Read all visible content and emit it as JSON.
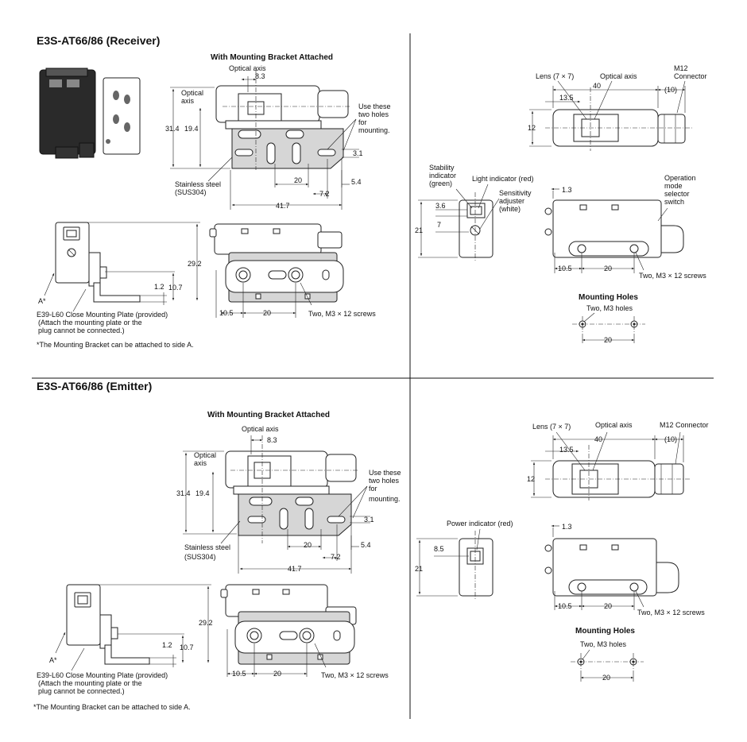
{
  "receiver": {
    "title": "E3S-AT66/86 (Receiver)",
    "bracket_heading": "With Mounting Bracket Attached",
    "optical_axis": "Optical axis",
    "optical_axis_side_1": "Optical",
    "optical_axis_side_2": "axis",
    "dim_8_3": "8.3",
    "dim_31_4": "31.4",
    "dim_19_4": "19.4",
    "dim_3_1": "3.1",
    "dim_20": "20",
    "dim_5_4": "5.4",
    "dim_7_2": "7.2",
    "dim_41_7": "41.7",
    "use_holes_1": "Use these",
    "use_holes_2": "two holes",
    "use_holes_3": "for",
    "use_holes_4": "mounting.",
    "stainless_1": "Stainless steel",
    "stainless_2": "(SUS304)",
    "dim_29_2": "29.2",
    "dim_1_2": "1.2",
    "dim_10_7": "10.7",
    "side_a": "A*",
    "plate_1": "E39-L60 Close Mounting Plate (provided)",
    "plate_2": "(Attach the mounting plate or the",
    "plate_3": "plug cannot be connected.)",
    "dim_10_5": "10.5",
    "dim_20b": "20",
    "screws": "Two, M3 × 12 screws",
    "footnote": "*The Mounting Bracket can be attached to side A."
  },
  "receiver_right": {
    "lens": "Lens (7 × 7)",
    "optical_axis": "Optical axis",
    "m12_1": "M12",
    "m12_2": "Connector",
    "dim_40": "40",
    "dim_10": "(10)",
    "dim_13_5": "13.5",
    "dim_12": "12",
    "stability_1": "Stability",
    "stability_2": "indicator",
    "stability_3": "(green)",
    "light_indicator": "Light indicator (red)",
    "sensitivity_1": "Sensitivity",
    "sensitivity_2": "adjuster",
    "sensitivity_3": "(white)",
    "dim_1_3": "1.3",
    "operation_1": "Operation",
    "operation_2": "mode",
    "operation_3": "selector",
    "operation_4": "switch",
    "dim_3_6": "3.6",
    "dim_7": "7",
    "dim_21": "21",
    "dim_10_5": "10.5",
    "dim_20": "20",
    "screws": "Two, M3 × 12 screws",
    "mounting_holes": "Mounting Holes",
    "two_m3_holes": "Two, M3 holes",
    "dim_20_holes": "20"
  },
  "emitter": {
    "title": "E3S-AT66/86 (Emitter)",
    "bracket_heading": "With Mounting Bracket Attached",
    "optical_axis": "Optical axis",
    "optical_axis_side_1": "Optical",
    "optical_axis_side_2": "axis",
    "dim_8_3": "8.3",
    "dim_31_4": "31.4",
    "dim_19_4": "19.4",
    "dim_3_1": "3.1",
    "dim_20": "20",
    "dim_5_4": "5.4",
    "dim_7_2": "7.2",
    "dim_41_7": "41.7",
    "use_holes_1": "Use these",
    "use_holes_2": "two holes",
    "use_holes_3": "for",
    "use_holes_4": "mounting.",
    "stainless_1": "Stainless steel",
    "stainless_2": "(SUS304)",
    "dim_29_2": "29.2",
    "dim_1_2": "1.2",
    "dim_10_7": "10.7",
    "side_a": "A*",
    "plate_1": "E39-L60 Close Mounting Plate (provided)",
    "plate_2": "(Attach the mounting plate or the",
    "plate_3": "plug cannot be connected.)",
    "dim_10_5": "10.5",
    "dim_20b": "20",
    "screws": "Two, M3 × 12 screws",
    "footnote": "*The Mounting Bracket can be attached to side A."
  },
  "emitter_right": {
    "lens": "Lens (7 × 7)",
    "optical_axis": "Optical axis",
    "m12": "M12 Connector",
    "dim_40": "40",
    "dim_10": "(10)",
    "dim_13_5": "13.5",
    "dim_12": "12",
    "power_indicator": "Power indicator (red)",
    "dim_1_3": "1.3",
    "dim_8_5": "8.5",
    "dim_21": "21",
    "dim_10_5": "10.5",
    "dim_20": "20",
    "screws": "Two, M3 × 12 screws",
    "mounting_holes": "Mounting Holes",
    "two_m3_holes": "Two, M3 holes",
    "dim_20_holes": "20"
  }
}
